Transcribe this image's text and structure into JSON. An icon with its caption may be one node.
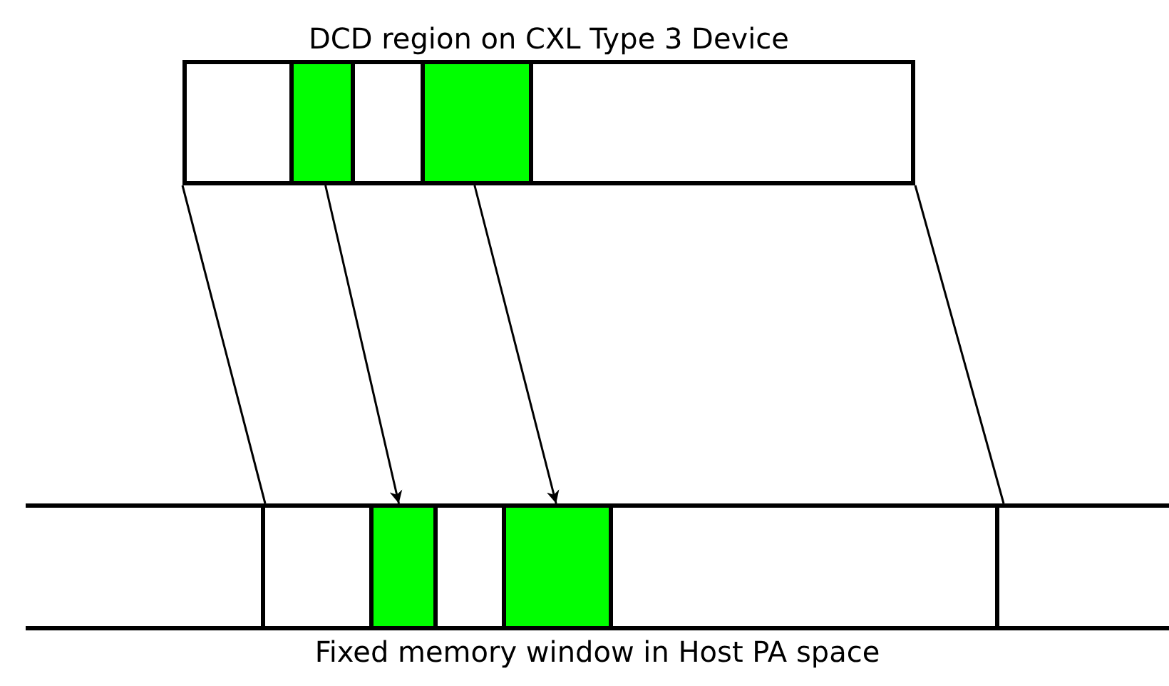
{
  "diagram": {
    "nodes": [
      {
        "text": [
          "DCD region on CXL Type 3 Device"
        ]
      },
      {
        "text": [],
        "shape": "bar",
        "in": 0
      },
      {
        "text": [],
        "shape": "bar",
        "in": 0
      },
      {
        "text": [
          "Fixed memory window in Host PA space"
        ]
      },
      {
        "text": [],
        "shape": "box",
        "in": 3
      },
      {
        "text": [],
        "shape": "bar",
        "in": 4
      },
      {
        "text": [],
        "shape": "bar",
        "in": 4
      }
    ],
    "edges": [
      {
        "from": 0,
        "to": 4,
        "arrow": "none"
      },
      {
        "from": 0,
        "to": 4,
        "arrow": "none"
      },
      {
        "from": 1,
        "to": 5,
        "arrow": "to"
      },
      {
        "from": 2,
        "to": 6,
        "arrow": "to"
      }
    ]
  }
}
